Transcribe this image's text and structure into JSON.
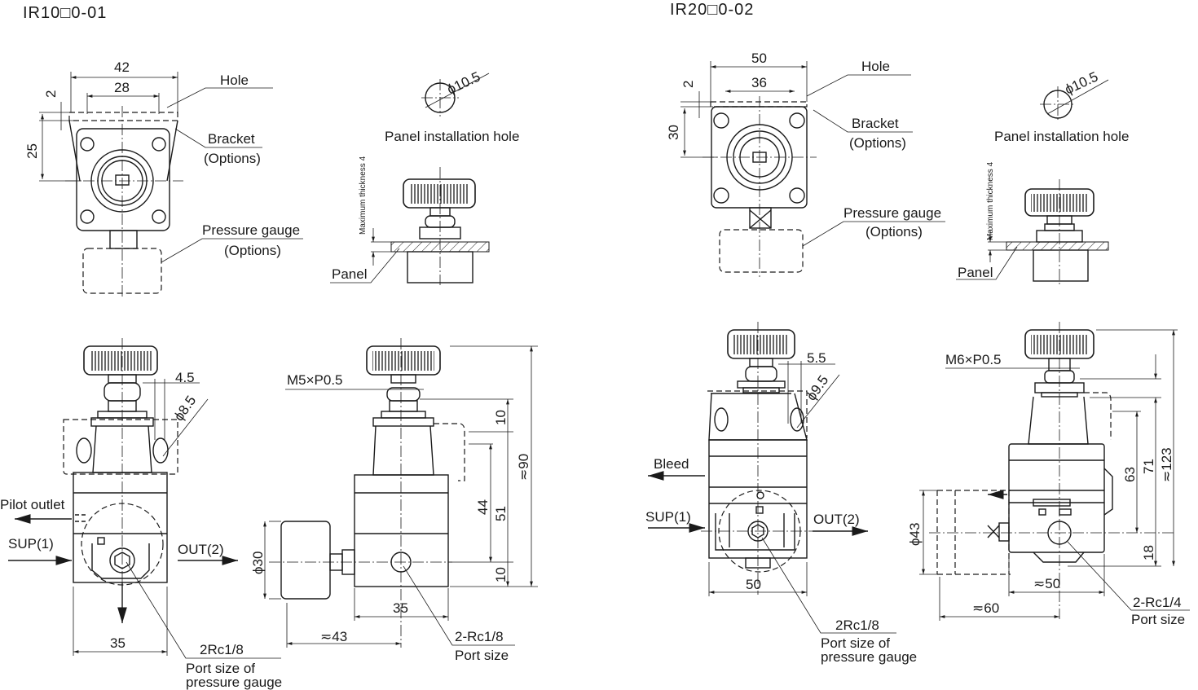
{
  "left": {
    "title": "IR10□0-01",
    "top_front": {
      "dim_width": "42",
      "dim_hole": "28",
      "dim_offset": "2",
      "dim_height": "25",
      "hole": "Hole",
      "bracket": "Bracket",
      "bracket_opt": "(Options)",
      "gauge": "Pressure gauge",
      "gauge_opt": "(Options)"
    },
    "panel": {
      "hole_dia": "ϕ10.5",
      "caption": "Panel installation hole",
      "max_thickness": "Maximum thickness 4",
      "panel": "Panel"
    },
    "bottom_front": {
      "dim_a": "4.5",
      "dim_dia": "ϕ8.5",
      "pilot": "Pilot outlet",
      "sup": "SUP(1)",
      "out": "OUT(2)",
      "dim_width": "35",
      "port": "2Rc1/8",
      "port_desc1": "Port size of",
      "port_desc2": "pressure gauge"
    },
    "bottom_side": {
      "thread": "M5×P0.5",
      "dim_top": "10",
      "dim_51": "51",
      "dim_44": "44",
      "dim_total": "≂90",
      "dim_bottom": "10",
      "gauge_dia": "ϕ30",
      "dim_width": "35",
      "dim_gauge": "≂43",
      "port": "2-Rc1/8",
      "port_desc": "Port size"
    }
  },
  "right": {
    "title": "IR20□0-02",
    "top_front": {
      "dim_width": "50",
      "dim_hole": "36",
      "dim_offset": "2",
      "dim_height": "30",
      "hole": "Hole",
      "bracket": "Bracket",
      "bracket_opt": "(Options)",
      "gauge": "Pressure gauge",
      "gauge_opt": "(Options)"
    },
    "panel": {
      "hole_dia": "ϕ10.5",
      "caption": "Panel installation hole",
      "max_thickness": "Maximum thickness 4",
      "panel": "Panel"
    },
    "bottom_front": {
      "dim_a": "5.5",
      "dim_dia": "ϕ9.5",
      "bleed": "Bleed",
      "sup": "SUP(1)",
      "out": "OUT(2)",
      "dim_width": "50",
      "port": "2Rc1/8",
      "port_desc1": "Port size of",
      "port_desc2": "pressure gauge"
    },
    "bottom_side": {
      "thread": "M6×P0.5",
      "dim_63": "63",
      "dim_71": "71",
      "dim_total": "≂123",
      "dim_18": "18",
      "gauge_dia": "ϕ43",
      "dim_width": "≂50",
      "dim_gauge": "≂60",
      "port": "2-Rc1/4",
      "port_desc": "Port size"
    }
  }
}
